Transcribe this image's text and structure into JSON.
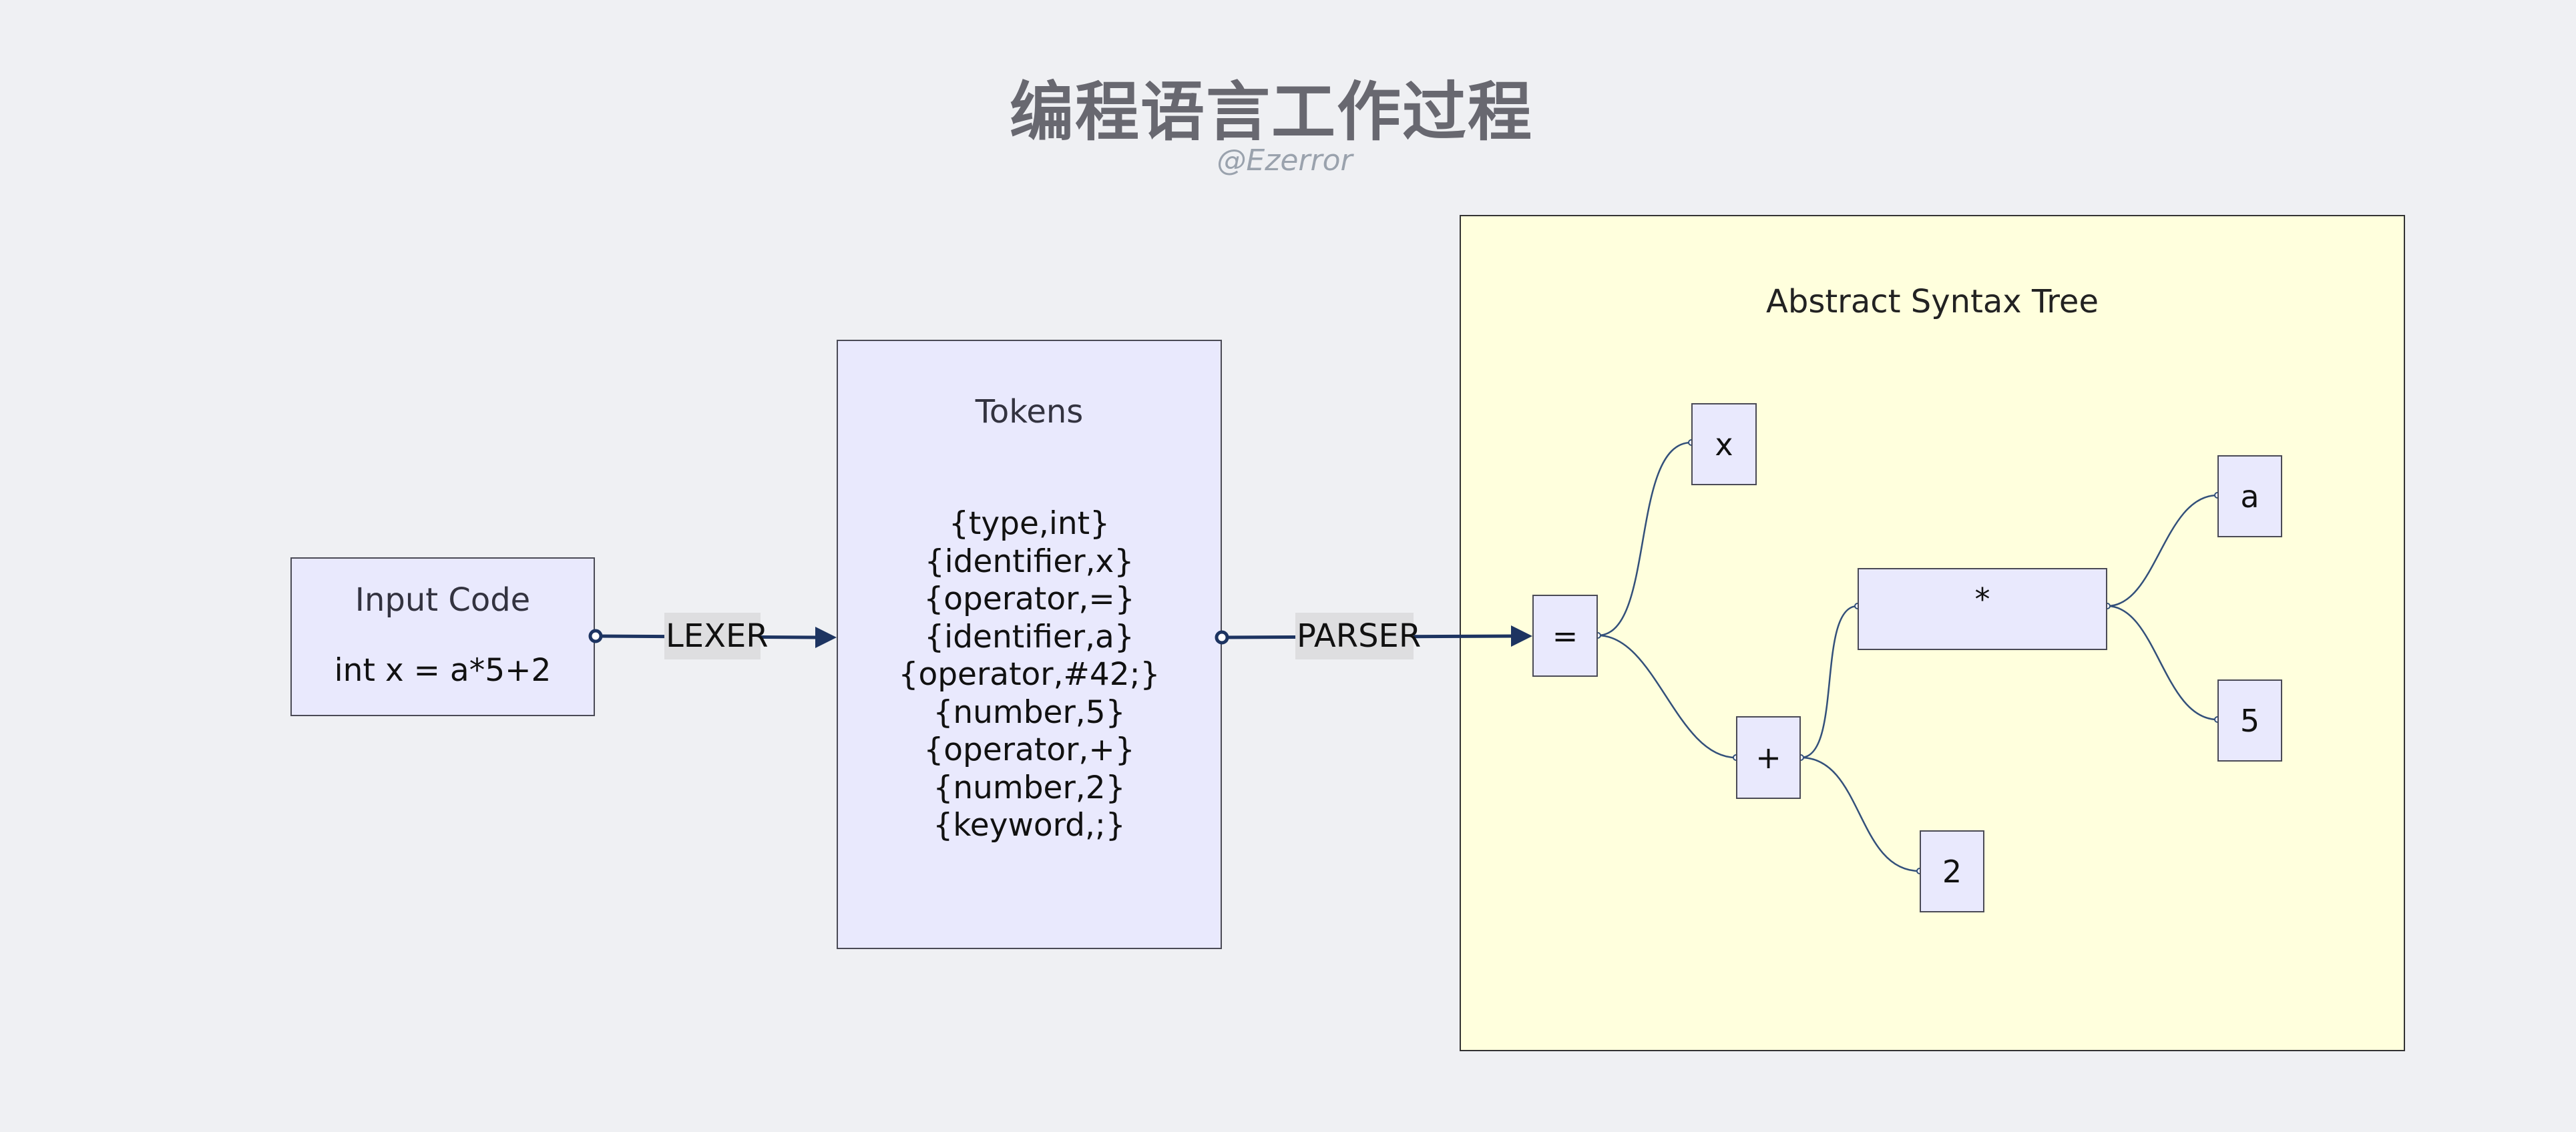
{
  "header": {
    "title": "编程语言工作过程",
    "subtitle": "@Ezerror"
  },
  "input_code": {
    "title": "Input Code",
    "code": "int x = a*5+2"
  },
  "lexer_label": "LEXER",
  "tokens": {
    "title": "Tokens",
    "items": [
      "{type,int}",
      "{identifier,x}",
      "{operator,=}",
      "{identifier,a}",
      "{operator,#42;}",
      "{number,5}",
      "{operator,+}",
      "{number,2}",
      "{keyword,;}"
    ]
  },
  "parser_label": "PARSER",
  "ast": {
    "title": "Abstract Syntax Tree",
    "nodes": {
      "assign": "=",
      "x": "x",
      "plus": "+",
      "mul": "*",
      "a": "a",
      "five": "5",
      "two": "2"
    }
  },
  "colors": {
    "background": "#eff0f3",
    "node_fill": "#e9e9fd",
    "ast_fill": "#ffffdd",
    "arrow": "#1d3461",
    "tree_line": "#33507a"
  }
}
